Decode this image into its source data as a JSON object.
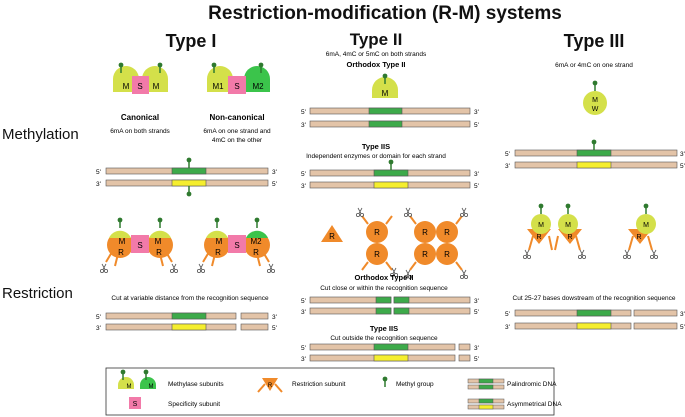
{
  "title": "Restriction-modification (R-M) systems",
  "columns": {
    "type1": {
      "heading": "Type I",
      "canonical": {
        "title": "Canonical",
        "desc": "6mA on both strands"
      },
      "noncanonical": {
        "title": "Non-canonical",
        "desc_line1": "6mA on one strand and",
        "desc_line2": "4mC on the other"
      },
      "restriction_note": "Cut at variable distance from the recognition sequence"
    },
    "type2": {
      "heading": "Type II",
      "subtitle": "6mA, 4mC or 5mC on both strands",
      "orthodox_label": "Orthodox Type II",
      "iis_label": "Type IIS",
      "iis_desc": "Independent enzymes or domain for each strand",
      "orthodox_restriction_label": "Orthodox Type II",
      "orthodox_restriction_desc": "Cut close or within the recognition sequence",
      "iis_restriction_label": "Type IIS",
      "iis_restriction_desc": "Cut outside the recognition sequence"
    },
    "type3": {
      "heading": "Type III",
      "subtitle": "6mA or 4mC on one strand",
      "restriction_note": "Cut 25-27 bases dowstream of the recognition sequence"
    }
  },
  "rows": {
    "methylation": "Methylation",
    "restriction": "Restriction"
  },
  "strand_labels": {
    "five": "5'",
    "three": "3'"
  },
  "subunit_letters": {
    "m": "M",
    "m1": "M1",
    "m2": "M2",
    "s": "S",
    "r": "R",
    "w": "W"
  },
  "legend": {
    "methylase": "Methylase subunits",
    "specificity": "Specificity subunit",
    "restriction": "Restriction subunit",
    "methyl": "Methyl group",
    "palindromic": "Palindromic DNA",
    "asymmetrical": "Asymmetrical DNA"
  },
  "colors": {
    "dna": "#e3c4a8",
    "green_site": "#3daa4a",
    "yellow_site": "#f5ee2e",
    "methylase": "#d4e04a",
    "methylase_m2": "#3bc44b",
    "specificity": "#f27aa9",
    "restriction": "#f08a2a",
    "methyl": "#2f7a2f"
  }
}
